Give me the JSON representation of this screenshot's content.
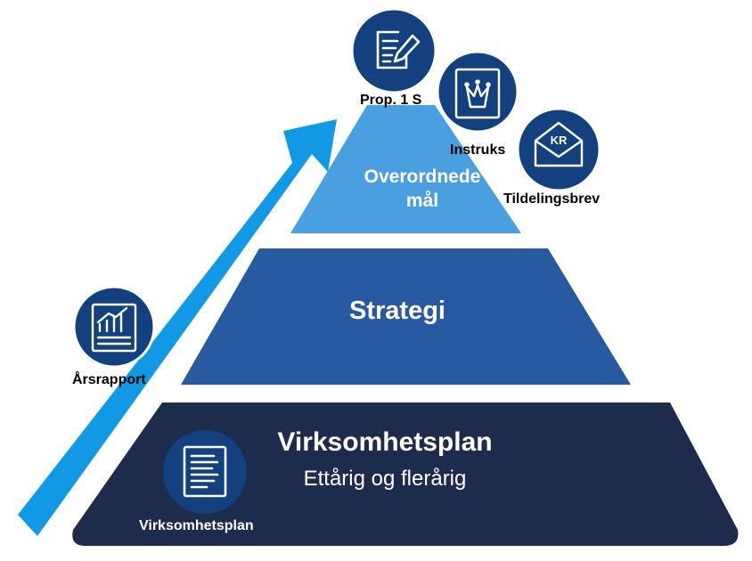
{
  "tiers": {
    "top": {
      "line1": "Overordnede",
      "line2": "mål",
      "color": "#4a9fe0"
    },
    "middle": {
      "label": "Strategi",
      "color": "#275aa0"
    },
    "bottom": {
      "label": "Virksomhetsplan",
      "sublabel": "Ettårig og flerårig",
      "color": "#1d2c4c"
    }
  },
  "arrow": {
    "color": "#1199e6"
  },
  "icons": {
    "circle_color": "#13407f",
    "prop1s": {
      "label": "Prop. 1 S",
      "icon": "document-pen-icon"
    },
    "instruks": {
      "label": "Instruks",
      "icon": "crown-document-icon"
    },
    "tildelingsbrev": {
      "label": "Tildelingsbrev",
      "icon": "kr-envelope-icon",
      "badge": "KR"
    },
    "arsrapport": {
      "label": "Årsrapport",
      "icon": "bar-chart-report-icon"
    },
    "virksomhetsplan": {
      "label": "Virksomhetsplan",
      "icon": "document-lines-icon"
    }
  }
}
